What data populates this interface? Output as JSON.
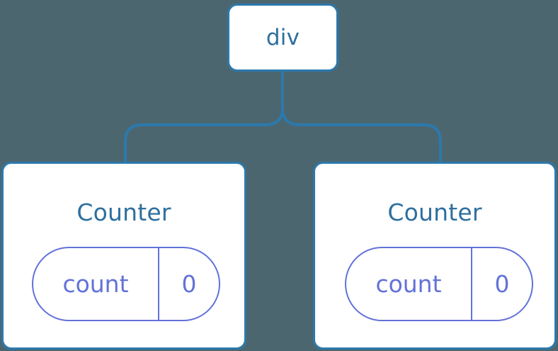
{
  "diagram": {
    "type": "component-tree",
    "background_color": "#4c6670",
    "node_border_color": "#2c79ac",
    "node_fill_color": "#ffffff",
    "title_text_color": "#2d6f9e",
    "state_pill_color": "#6272d8",
    "connector_color": "#2c79ac"
  },
  "root": {
    "label": "div"
  },
  "children": [
    {
      "label": "Counter",
      "state": {
        "key": "count",
        "value": "0"
      }
    },
    {
      "label": "Counter",
      "state": {
        "key": "count",
        "value": "0"
      }
    }
  ]
}
